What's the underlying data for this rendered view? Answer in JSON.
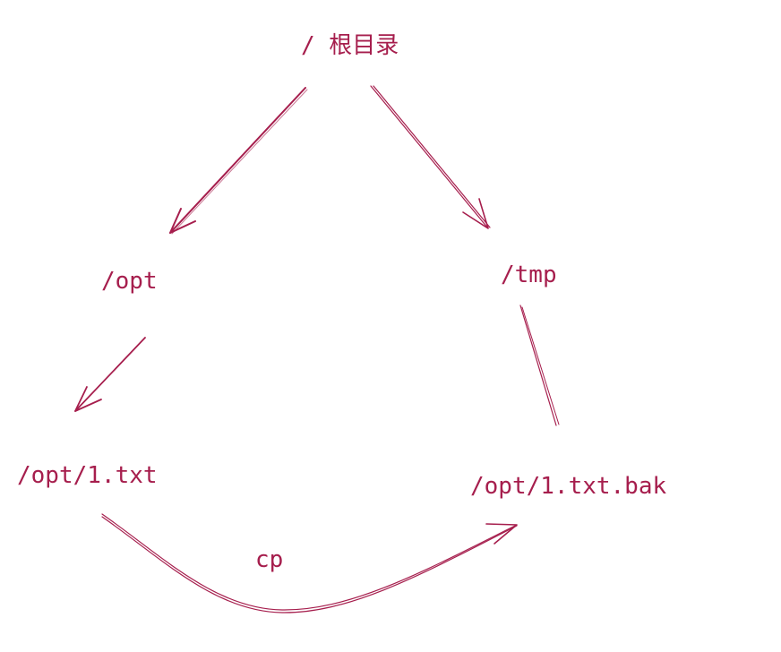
{
  "diagram": {
    "type": "file-tree",
    "stroke_color": "#a61e4d",
    "nodes": {
      "root": {
        "label": "/ 根目录"
      },
      "opt": {
        "label": "/opt"
      },
      "tmp": {
        "label": "/tmp"
      },
      "opt_file": {
        "label": "/opt/1.txt"
      },
      "bak_file": {
        "label": "/opt/1.txt.bak"
      }
    },
    "edges": [
      {
        "from": "root",
        "to": "opt",
        "arrow": true,
        "label": ""
      },
      {
        "from": "root",
        "to": "tmp",
        "arrow": true,
        "label": ""
      },
      {
        "from": "opt",
        "to": "opt_file",
        "arrow": true,
        "label": ""
      },
      {
        "from": "tmp",
        "to": "bak_file",
        "arrow": false,
        "label": ""
      },
      {
        "from": "opt_file",
        "to": "bak_file",
        "arrow": true,
        "label": "cp"
      }
    ],
    "cp_label": "cp"
  }
}
